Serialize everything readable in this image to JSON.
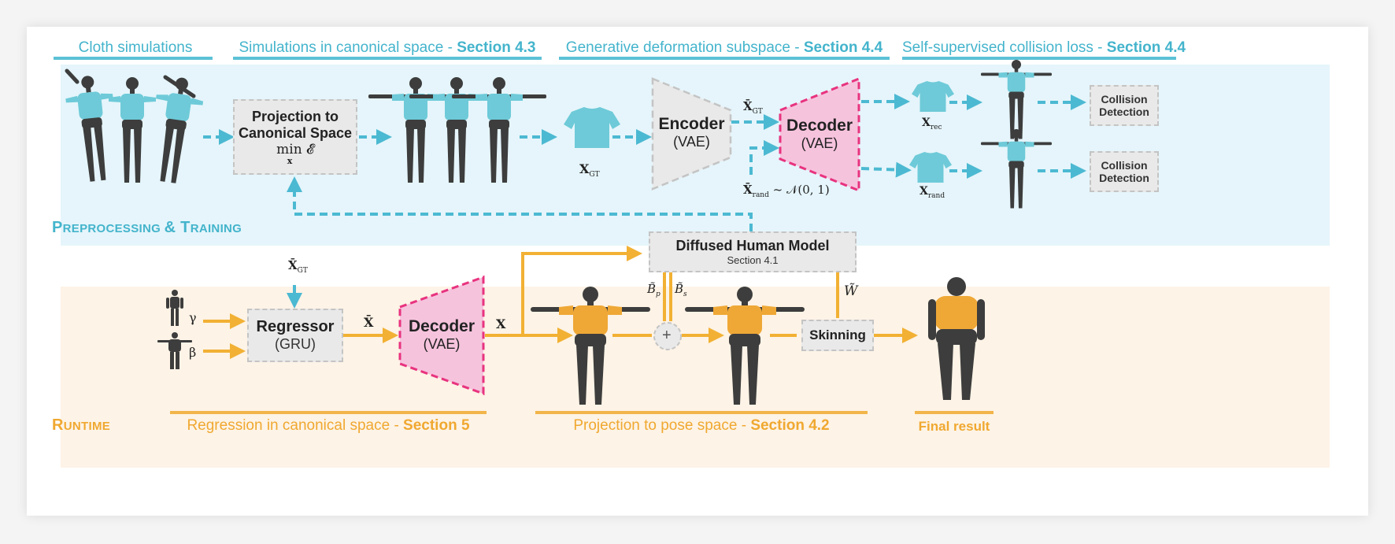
{
  "headers": {
    "cloth_sim": "Cloth simulations",
    "canonical_sim": {
      "text": "Simulations in canonical space - ",
      "section": "Section 4.3"
    },
    "generative": {
      "text": "Generative deformation subspace - ",
      "section": "Section 4.4"
    },
    "collision_loss": {
      "text": "Self-supervised collision loss - ",
      "section": "Section 4.4"
    }
  },
  "footers": {
    "regression": {
      "text": "Regression in canonical space - ",
      "section": "Section 5"
    },
    "projection": {
      "text": "Projection to pose space - ",
      "section": "Section 4.2"
    },
    "final": "Final result"
  },
  "stages": {
    "preprocessing": {
      "first": "P",
      "rest1": "REPROCESSING ",
      "amp": "&",
      "first2": " T",
      "rest2": "RAINING"
    },
    "runtime": {
      "first": "R",
      "rest": "UNTIME"
    }
  },
  "boxes": {
    "projection": {
      "line1": "Projection to",
      "line2": "Canonical Space",
      "formula": "min 𝓔",
      "sub": "x"
    },
    "collision_top": {
      "line1": "Collision",
      "line2": "Detection"
    },
    "collision_bottom": {
      "line1": "Collision",
      "line2": "Detection"
    },
    "diffused": {
      "title": "Diffused Human Model",
      "section": "Section 4.1"
    },
    "regressor": {
      "title": "Regressor",
      "sub": "(GRU)"
    },
    "skinning": {
      "title": "Skinning"
    }
  },
  "traps": {
    "encoder": {
      "title": "Encoder",
      "sub": "(VAE)"
    },
    "decoder_top": {
      "title": "Decoder",
      "sub": "(VAE)"
    },
    "decoder_bottom": {
      "title": "Decoder",
      "sub": "(VAE)"
    }
  },
  "labels": {
    "x_gt": "X",
    "x_gt_sub": "GT",
    "xbar_gt": "X̄",
    "xbar_gt_sub": "GT",
    "x_rec": "X",
    "x_rec_sub": "rec",
    "x_rand": "X",
    "x_rand_sub": "rand",
    "xbar_rand": "X̄",
    "xbar_rand_sub": "rand",
    "normal": " ~ 𝒩(0, 1)",
    "xbar_gt_runtime": "X̄",
    "xbar_gt_runtime_sub": "GT",
    "xbar": "X̄",
    "x": "X",
    "gamma": "γ",
    "beta": "β",
    "bp": "B̃",
    "bp_sub": "p",
    "bs": "B̃",
    "bs_sub": "s",
    "w": "W̃",
    "plus": "+"
  },
  "colors": {
    "cyan": "#4cb9d2",
    "orange": "#f2b134",
    "pink_fill": "#f6c3dd",
    "pink_border": "#e8337f",
    "shirt_blue": "#6ecad8",
    "shirt_orange": "#efa836",
    "body": "#3d3d3d"
  }
}
